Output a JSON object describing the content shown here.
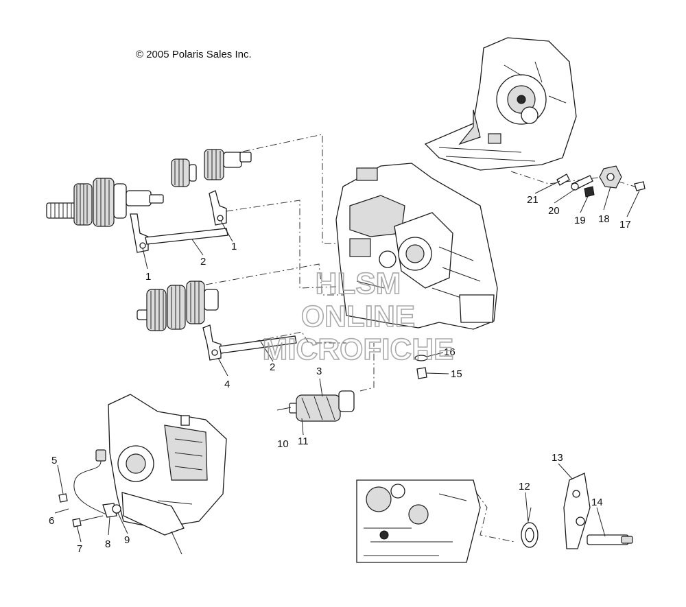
{
  "copyright": "© 2005 Polaris Sales Inc.",
  "watermark": {
    "line1": "HLSM",
    "line2": "ONLINE",
    "line3": "MICROFICHE"
  },
  "callouts": [
    {
      "id": "c1a",
      "label": "1"
    },
    {
      "id": "c1b",
      "label": "1"
    },
    {
      "id": "c2a",
      "label": "2"
    },
    {
      "id": "c2b",
      "label": "2"
    },
    {
      "id": "c3",
      "label": "3"
    },
    {
      "id": "c4",
      "label": "4"
    },
    {
      "id": "c5",
      "label": "5"
    },
    {
      "id": "c6",
      "label": "6"
    },
    {
      "id": "c7",
      "label": "7"
    },
    {
      "id": "c8",
      "label": "8"
    },
    {
      "id": "c9",
      "label": "9"
    },
    {
      "id": "c10",
      "label": "10"
    },
    {
      "id": "c11",
      "label": "11"
    },
    {
      "id": "c12",
      "label": "12"
    },
    {
      "id": "c13",
      "label": "13"
    },
    {
      "id": "c14",
      "label": "14"
    },
    {
      "id": "c15",
      "label": "15"
    },
    {
      "id": "c16",
      "label": "16"
    },
    {
      "id": "c17",
      "label": "17"
    },
    {
      "id": "c18",
      "label": "18"
    },
    {
      "id": "c19",
      "label": "19"
    },
    {
      "id": "c20",
      "label": "20"
    },
    {
      "id": "c21",
      "label": "21"
    }
  ]
}
